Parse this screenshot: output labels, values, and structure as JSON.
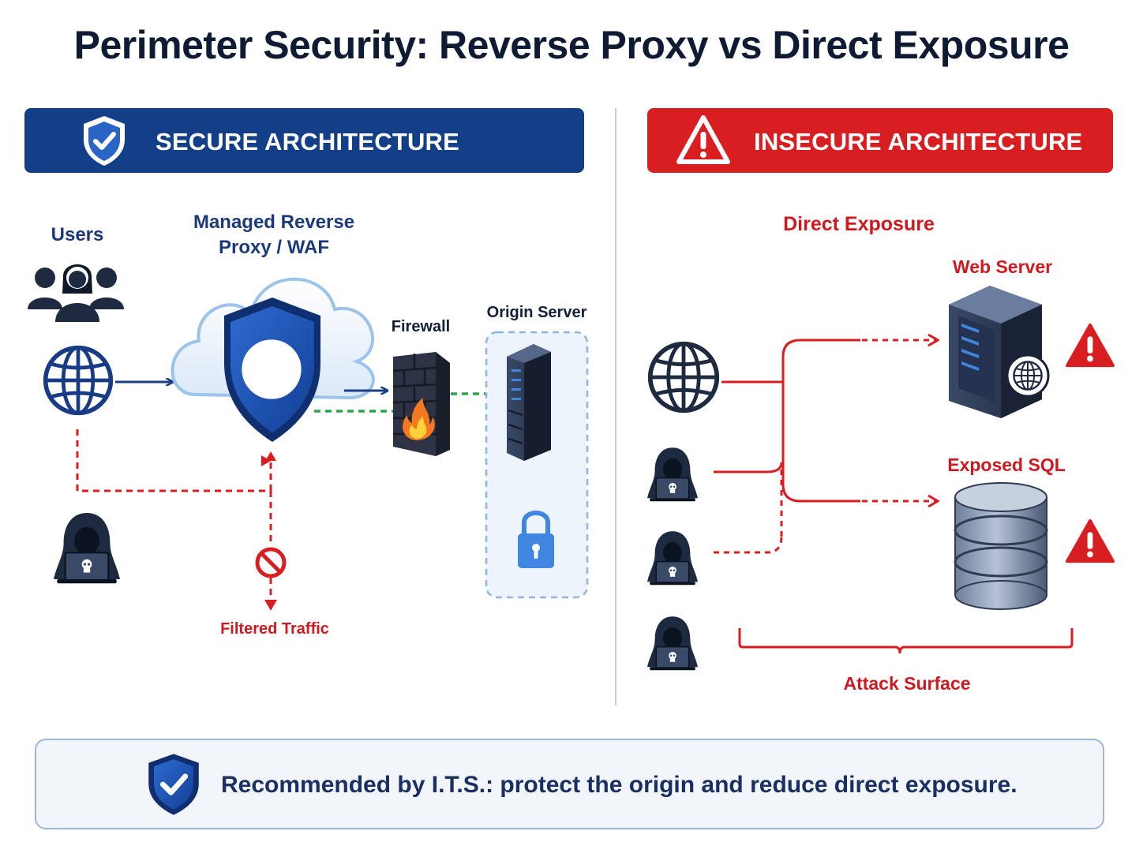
{
  "title": "Perimeter Security: Reverse Proxy vs Direct Exposure",
  "secure": {
    "banner": "SECURE ARCHITECTURE",
    "users_label": "Users",
    "proxy_label_line1": "Managed Reverse",
    "proxy_label_line2": "Proxy / WAF",
    "firewall_label": "Firewall",
    "origin_label": "Origin Server",
    "filtered_label": "Filtered Traffic"
  },
  "insecure": {
    "banner": "INSECURE ARCHITECTURE",
    "direct_label": "Direct Exposure",
    "web_server_label": "Web Server",
    "sql_label": "Exposed SQL",
    "attack_surface_label": "Attack Surface"
  },
  "footer": {
    "message": "Recommended by I.T.S.: protect the origin and reduce direct exposure."
  },
  "colors": {
    "navy": "#123f87",
    "red": "#d91e22",
    "green_dashed": "#2aa748",
    "dark": "#1d2a40"
  },
  "icons": [
    "shield-check-icon",
    "warning-triangle-icon",
    "users-icon",
    "globe-icon",
    "cloud-shield-icon",
    "firewall-icon",
    "server-icon",
    "lock-icon",
    "hacker-icon",
    "blocked-icon",
    "database-icon",
    "alert-icon"
  ]
}
